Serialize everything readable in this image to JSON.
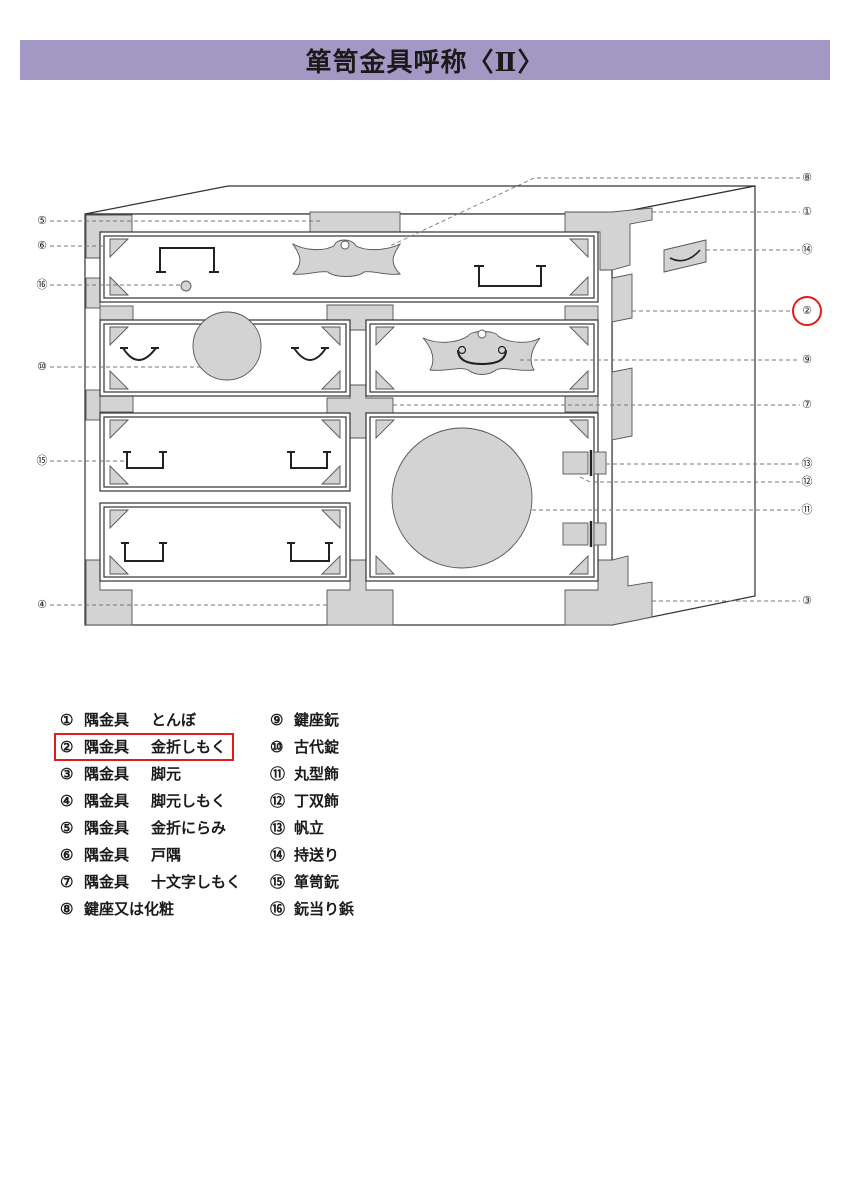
{
  "title": "箪笥金具呼称〈Ⅱ〉",
  "callouts": {
    "c1": "①",
    "c2": "②",
    "c3": "③",
    "c4": "④",
    "c5": "⑤",
    "c6": "⑥",
    "c7": "⑦",
    "c8": "⑧",
    "c9": "⑨",
    "c10": "⑩",
    "c11": "⑪",
    "c12": "⑫",
    "c13": "⑬",
    "c14": "⑭",
    "c15": "⑮",
    "c16": "⑯"
  },
  "legend_left": [
    {
      "num": "①",
      "cat": "隅金具",
      "name": "とんぼ"
    },
    {
      "num": "②",
      "cat": "隅金具",
      "name": "金折しもく"
    },
    {
      "num": "③",
      "cat": "隅金具",
      "name": "脚元"
    },
    {
      "num": "④",
      "cat": "隅金具",
      "name": "脚元しもく"
    },
    {
      "num": "⑤",
      "cat": "隅金具",
      "name": "金折にらみ"
    },
    {
      "num": "⑥",
      "cat": "隅金具",
      "name": "戸隅"
    },
    {
      "num": "⑦",
      "cat": "隅金具",
      "name": "十文字しもく"
    },
    {
      "num": "⑧",
      "cat": "",
      "name": "鍵座又は化粧"
    }
  ],
  "legend_right": [
    {
      "num": "⑨",
      "name": "鍵座鈨"
    },
    {
      "num": "⑩",
      "name": "古代錠"
    },
    {
      "num": "⑪",
      "name": "丸型飾"
    },
    {
      "num": "⑫",
      "name": "丁双飾"
    },
    {
      "num": "⑬",
      "name": "帆立"
    },
    {
      "num": "⑭",
      "name": "持送り"
    },
    {
      "num": "⑮",
      "name": "箪笥鈨"
    },
    {
      "num": "⑯",
      "name": "鈨当り鋲"
    }
  ],
  "colors": {
    "title_bg": "#a398c4",
    "metal_fill": "#d3d3d3",
    "outline": "#333333",
    "highlight": "#e21b1b"
  }
}
